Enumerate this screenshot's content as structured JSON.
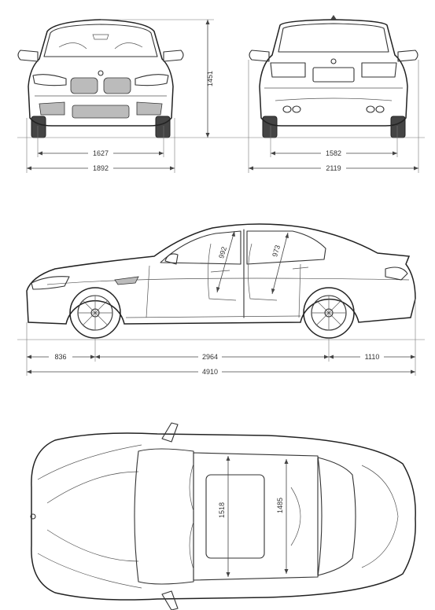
{
  "front_view": {
    "track_front": "1627",
    "overall_width": "1892",
    "height": "1451"
  },
  "rear_view": {
    "track_rear": "1582",
    "width_with_mirrors": "2119"
  },
  "side_view": {
    "front_overhang": "836",
    "wheelbase": "2964",
    "rear_overhang": "1110",
    "overall_length": "4910",
    "front_headroom": "992",
    "rear_headroom": "973"
  },
  "top_view": {
    "front_shoulder_width": "1518",
    "rear_shoulder_width": "1485"
  }
}
